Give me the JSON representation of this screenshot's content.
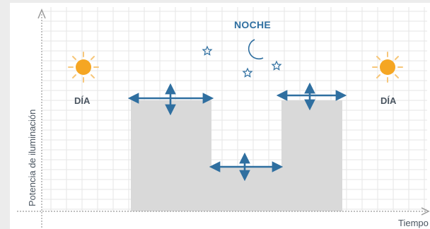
{
  "labels": {
    "night": "NOCHE",
    "day_left": "DÍA",
    "day_right": "DÍA",
    "x_axis": "Tiempo",
    "y_axis": "Potencia de iluminación"
  },
  "icons": {
    "sun": "sun-icon",
    "moon": "crescent-moon-icon",
    "star": "star-icon",
    "control": "four-way-adjust-arrow-icon"
  },
  "colors": {
    "sun": "#f5a623",
    "sun_rays": "#f7c77a",
    "night_blue": "#2f6fa0",
    "profile_fill": "#d9d9d9",
    "grid": "#e6e6e6",
    "axis": "#9a9a9a"
  }
}
